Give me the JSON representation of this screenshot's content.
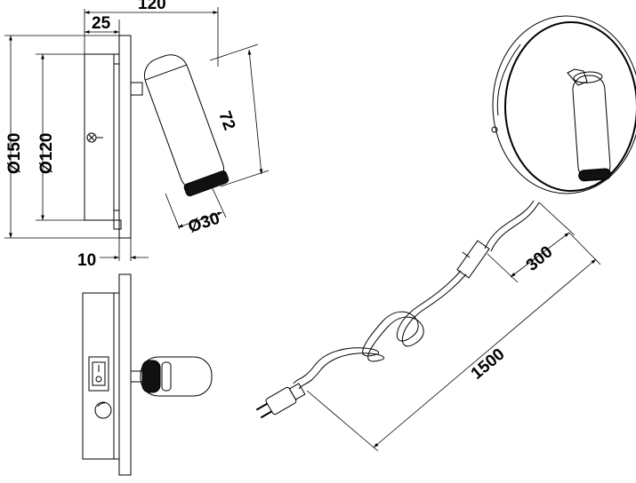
{
  "dimensions": {
    "overall_depth": "120",
    "base_depth": "25",
    "plate_diameter": "Ø150",
    "base_diameter": "Ø120",
    "head_length": "72",
    "head_diameter": "Ø30",
    "plate_thickness": "10",
    "arm_length": "300",
    "cable_length": "1500"
  },
  "colors": {
    "line": "#000000",
    "background": "#ffffff"
  }
}
